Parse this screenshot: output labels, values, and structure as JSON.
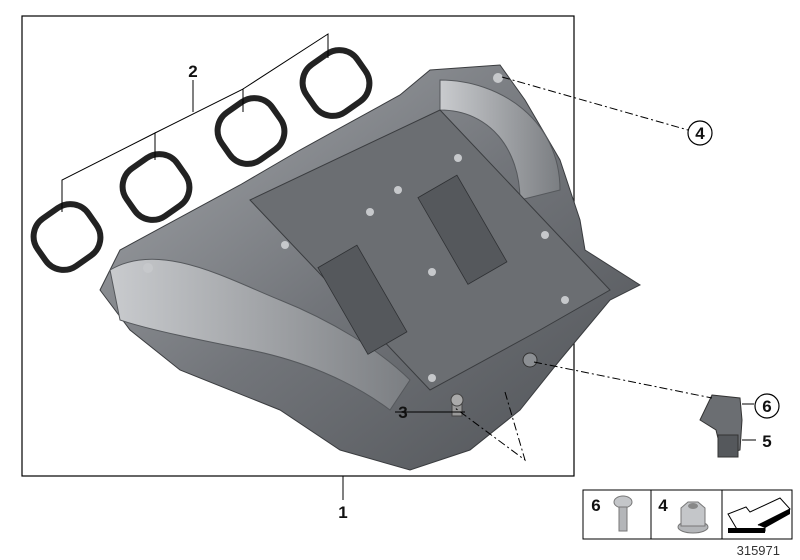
{
  "callouts": {
    "intake_manifold": "1",
    "gasket_set": "2",
    "plug": "3",
    "nut": "4",
    "pressure_sensor": "5",
    "screw": "6"
  },
  "legend_box": {
    "screw_label": "6",
    "nut_label": "4"
  },
  "diagram_number": "315971",
  "colors": {
    "part_dark": "#5f6266",
    "part_mid": "#8a8d91",
    "part_light": "#b9bcbf",
    "line": "#000000"
  }
}
